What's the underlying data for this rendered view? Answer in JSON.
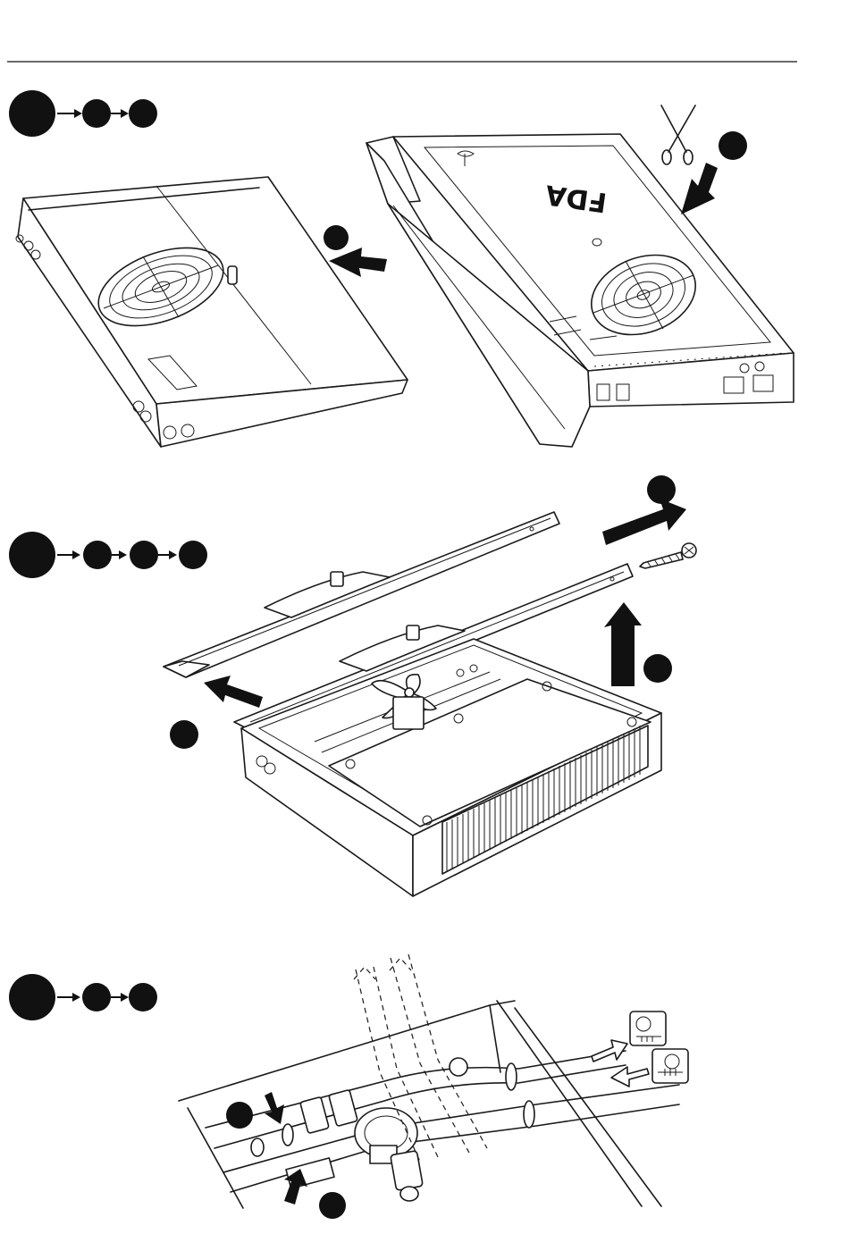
{
  "manual": {
    "steps": [
      {
        "id": "step-1",
        "substeps": 2
      },
      {
        "id": "step-2",
        "substeps": 3
      },
      {
        "id": "step-3",
        "substeps": 2
      }
    ],
    "carton_marking": "FDA",
    "colors": {
      "ink": "#111111",
      "paper": "#ffffff"
    },
    "icons": [
      "scissors-icon",
      "fan-icon",
      "screw-icon",
      "water-inlet-icon",
      "water-outlet-icon"
    ]
  }
}
